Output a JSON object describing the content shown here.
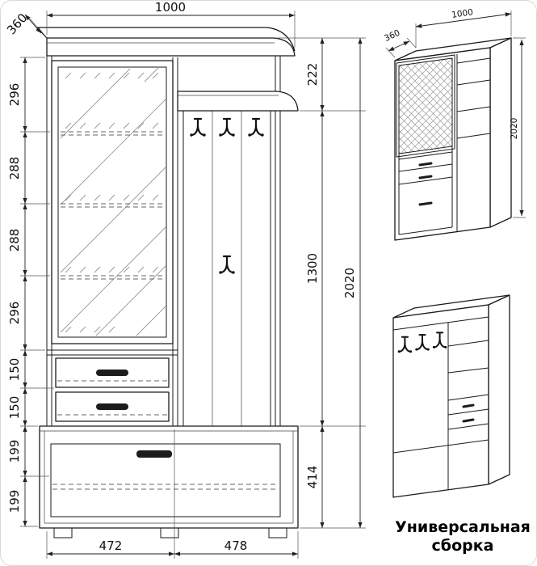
{
  "front_view": {
    "top_width": "1000",
    "top_depth": "360",
    "left_chain": [
      "296",
      "288",
      "288",
      "296",
      "150",
      "150",
      "199",
      "199"
    ],
    "right_chain": [
      "222",
      "1300",
      "414"
    ],
    "total_height": "2020",
    "bottom_chain": [
      "472",
      "478"
    ]
  },
  "iso_view": {
    "dim_depth": "360",
    "dim_width": "1000",
    "dim_height": "2020"
  },
  "caption": {
    "line1": "Универсальная",
    "line2": "сборка"
  }
}
